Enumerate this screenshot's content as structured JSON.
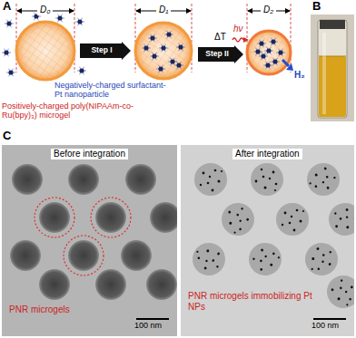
{
  "diagram": {
    "nodes": [
      {
        "text": [
          "Step I"
        ]
      },
      {
        "text": [
          "Step II"
        ]
      },
      {
        "text": [
          "Before integration",
          "PNR microgels",
          "100 nm"
        ]
      },
      {
        "text": [
          "After integration",
          "PNR microgels immobilizing Pt NPs",
          "100 nm"
        ]
      }
    ],
    "labels": [
      "A",
      "D₀",
      "D₁",
      "D₂",
      "Negatively-charged surfactant-Pt nanoparticle",
      "Positively-charged poly(NIPAAm-co-Ru(bpy)₃) microgel",
      "ΔT",
      "hν",
      "H₂",
      "B",
      "C"
    ]
  }
}
